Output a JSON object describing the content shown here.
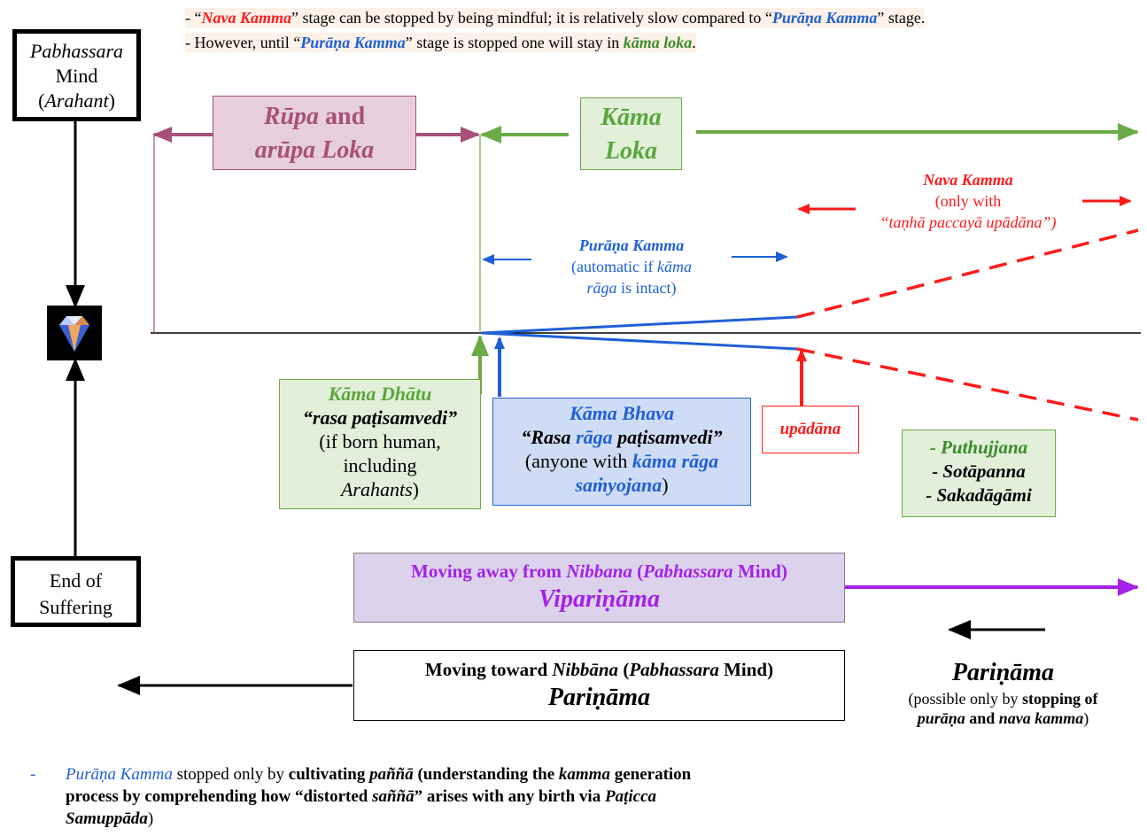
{
  "top_notes": {
    "line1": {
      "p1": "- “",
      "p2": "Nava Kamma",
      "p3": "” stage can be stopped by being mindful; it is relatively slow compared to “",
      "p4": "Purāṇa Kamma",
      "p5": "”  stage."
    },
    "line2": {
      "p1": "- However, until “",
      "p2": "Purāṇa Kamma",
      "p3": "”   stage is stopped one will stay in ",
      "p4": "kāma loka",
      "p5": "."
    }
  },
  "pabhassara_box": {
    "l1": "Pabhassara",
    "l2": "Mind",
    "l3a": "(",
    "l3b": "Arahant",
    "l3c": ")"
  },
  "end_box": {
    "l1": "End of",
    "l2": "Suffering"
  },
  "rupa_box": {
    "l1a": "Rūpa",
    "l1b": " and",
    "l2": "arūpa Loka"
  },
  "kama_loka_box": {
    "l1": "Kāma",
    "l2": "Loka"
  },
  "nava_kamma": {
    "title": "Nava Kamma",
    "l2": "(only with",
    "l3": "“taṇhā paccayā upādāna”)"
  },
  "purana_kamma": {
    "title": "Purāṇa Kamma",
    "l2a": "(automatic if ",
    "l2b": "kāma",
    "l3a": "rāga",
    "l3b": " is intact)"
  },
  "kama_dhatu_box": {
    "title": "Kāma Dhātu",
    "l2": "“rasa paṭisamvedi”",
    "l3": "(if born human,",
    "l4": "including",
    "l5a": "Arahants",
    "l5b": ")"
  },
  "kama_bhava_box": {
    "title": "Kāma Bhava",
    "l2a": "“Rasa ",
    "l2b": "rāga",
    "l2c": " paṭisamvedi”",
    "l3a": "(anyone with ",
    "l3b": "kāma rāga",
    "l4a": "saṁyojana",
    "l4b": ")"
  },
  "upadana_box": {
    "label": "upādāna"
  },
  "stages_box": {
    "items": [
      "- Puthujjana",
      "- Sotāpanna",
      "- Sakadāgāmi"
    ]
  },
  "viparinama_box": {
    "l1a": "Moving away from ",
    "l1b": "Nibbana",
    "l1c": " (",
    "l1d": "Pabhassara",
    "l1e": " Mind)",
    "l2": "Vipariṇāma"
  },
  "parinama_box": {
    "l1a": "Moving toward ",
    "l1b": "Nibbāna",
    "l1c": " (",
    "l1d": "Pabhassara",
    "l1e": " Mind)",
    "l2": "Pariṇāma"
  },
  "parinama_note": {
    "title": "Pariṇāma",
    "l2a": "(possible only by ",
    "l2b": "stopping of",
    "l3a": "purāṇa",
    "l3b": " and ",
    "l3c": "nava kamma",
    "l3d": ")"
  },
  "bottom_note": {
    "dash": "-",
    "p1": "Purāṇa Kamma",
    "p2": " stopped only by ",
    "p3": "cultivating ",
    "p4": "paññā",
    "p5": " (understanding the ",
    "p6": "kamma",
    "p7": " generation",
    "l2a": "process by comprehending how “distorted ",
    "l2b": "saññā",
    "l2c": "” arises with any birth via ",
    "l2d": "Paṭicca",
    "l3a": "Samuppāda",
    "l3b": ")"
  },
  "icons": {
    "gem": "diamond-gem-icon"
  },
  "colors": {
    "red": "#ff1a1a",
    "blue": "#1f5fd6",
    "green": "#5aa63c",
    "magenta": "#a8507a",
    "purple": "#a321e8",
    "rupa_fill": "#e6cfdb",
    "kama_fill": "#e2efd9",
    "bhava_fill": "#cfdcf5",
    "vipar_fill": "#dcd2ec",
    "stages_fill": "#e2efd9"
  }
}
